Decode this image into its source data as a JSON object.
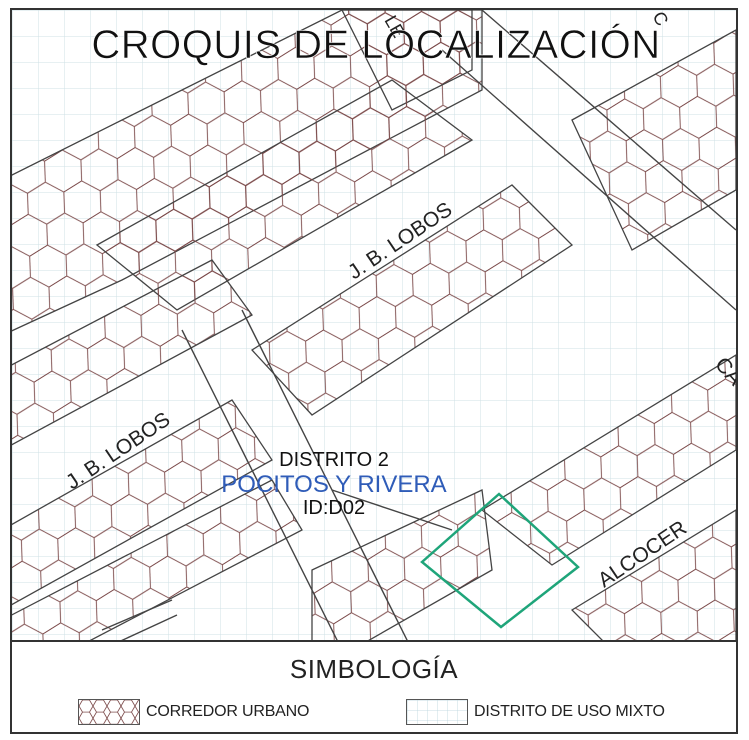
{
  "map": {
    "title": "CROQUIS DE LOCALIZACIÓN",
    "streets": {
      "jb_lobos_upper": "J. B. LOBOS",
      "jb_lobos_lower": "J. B. LOBOS",
      "alcocer": "ALCOCER",
      "ca_partial": "CA",
      "top_partial_1": "LE",
      "top_partial_2": "C"
    },
    "district": {
      "name": "DISTRITO 2",
      "subtitle": "POCITOS Y RIVERA",
      "id": "ID:D02"
    },
    "colors": {
      "hexagon_stroke": "#8a4a4a",
      "street_outline": "#444444",
      "grid": "#cfe0e6",
      "highlight": "#1fa57a",
      "district_subtitle": "#2f5cb8"
    }
  },
  "legend": {
    "title": "SIMBOLOGÍA",
    "items": [
      {
        "label": "CORREDOR URBANO",
        "icon": "hexagon-pattern-icon"
      },
      {
        "label": "DISTRITO DE USO MIXTO",
        "icon": "grid-pattern-icon"
      }
    ]
  }
}
